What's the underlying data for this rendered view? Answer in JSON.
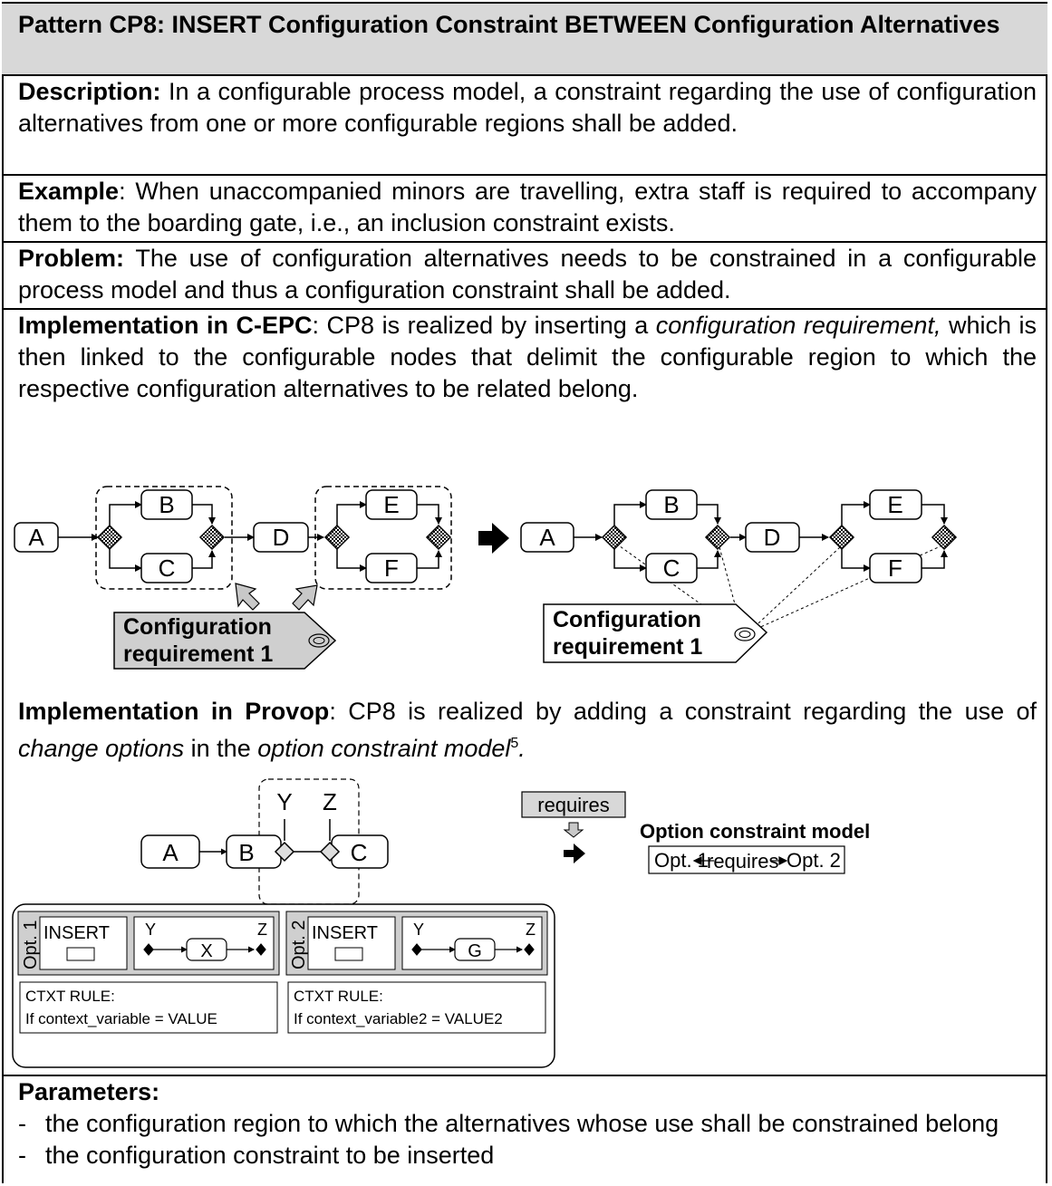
{
  "title": "Pattern CP8: INSERT Configuration Constraint BETWEEN Configuration Alternatives",
  "description": {
    "label": "Description:",
    "text": " In a configurable process model, a constraint regarding the use of configuration alternatives from one or more configurable regions shall be added."
  },
  "example": {
    "label": "Example",
    "text": ": When unaccompanied minors are travelling, extra staff is required to accompany them to the boarding gate, i.e., an inclusion constraint exists."
  },
  "problem": {
    "label": "Problem:",
    "text": " The use of configuration alternatives needs to be constrained in a configurable process model and thus a configuration constraint shall be added."
  },
  "impl_cepc": {
    "label": "Implementation in C-EPC",
    "t1": ":  CP8 is realized by inserting a ",
    "em1": "configuration requirement,",
    "t2": " which is then linked to the configurable nodes that delimit the configurable region to which the respective configuration alternatives to be related belong."
  },
  "cepc_figure": {
    "nodes": {
      "a": "A",
      "b": "B",
      "c": "C",
      "d": "D",
      "e": "E",
      "f": "F"
    },
    "req_line1": "Configuration",
    "req_line2": "requirement 1"
  },
  "impl_provop": {
    "label": "Implementation in Provop",
    "t1": ": CP8 is realized by adding a constraint regarding the use of ",
    "em1": "change options",
    "t2": " in the ",
    "em2": "option constraint model",
    "sup": "5",
    "t3": "."
  },
  "provop_figure": {
    "nodes": {
      "a": "A",
      "b": "B",
      "c": "C"
    },
    "y": "Y",
    "z": "Z",
    "requires_box": "requires",
    "ocm_title": "Option constraint model",
    "opt1_name": "Opt. 1",
    "opt2_name": "Opt. 2",
    "requires": "requires",
    "opt1_tab": "Opt. 1",
    "opt2_tab": "Opt. 2",
    "insert": "INSERT",
    "x_node": "X",
    "g_node": "G",
    "ctxt_rule": "CTXT RULE:",
    "rule1": "If context_variable = VALUE",
    "rule2": "If context_variable2 = VALUE2"
  },
  "parameters": {
    "label": "Parameters:",
    "items": [
      "the configuration region to which the alternatives whose use shall be constrained belong",
      "the configuration constraint to be inserted"
    ]
  }
}
